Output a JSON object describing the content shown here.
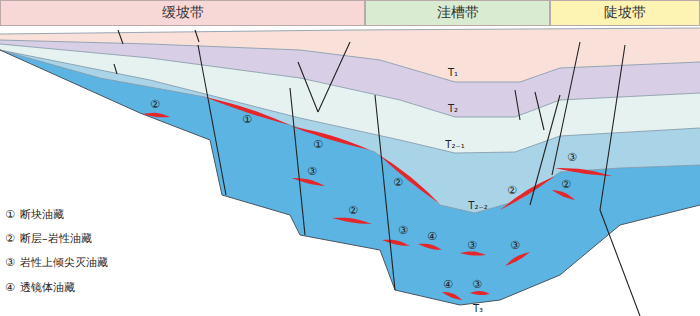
{
  "diagram": {
    "nodes": [
      {
        "text": [
          "缓坡带"
        ]
      },
      {
        "text": [
          "洼槽带"
        ]
      },
      {
        "text": [
          "陡坡带"
        ]
      }
    ],
    "labels": [
      "T₁",
      "T₂",
      "T₂₋₁",
      "T₂₋₂",
      "T₃",
      "②",
      "①",
      "①",
      "③",
      "②",
      "②",
      "③",
      "④",
      "③",
      "②",
      "③",
      "③",
      "②",
      "④",
      "③",
      "①",
      "②",
      "③",
      "④"
    ],
    "legend": [
      {
        "text": "断块油藏"
      },
      {
        "text": "断层–岩性油藏"
      },
      {
        "text": "岩性上倾尖灭油藏"
      },
      {
        "text": "透镜体油藏"
      }
    ]
  }
}
